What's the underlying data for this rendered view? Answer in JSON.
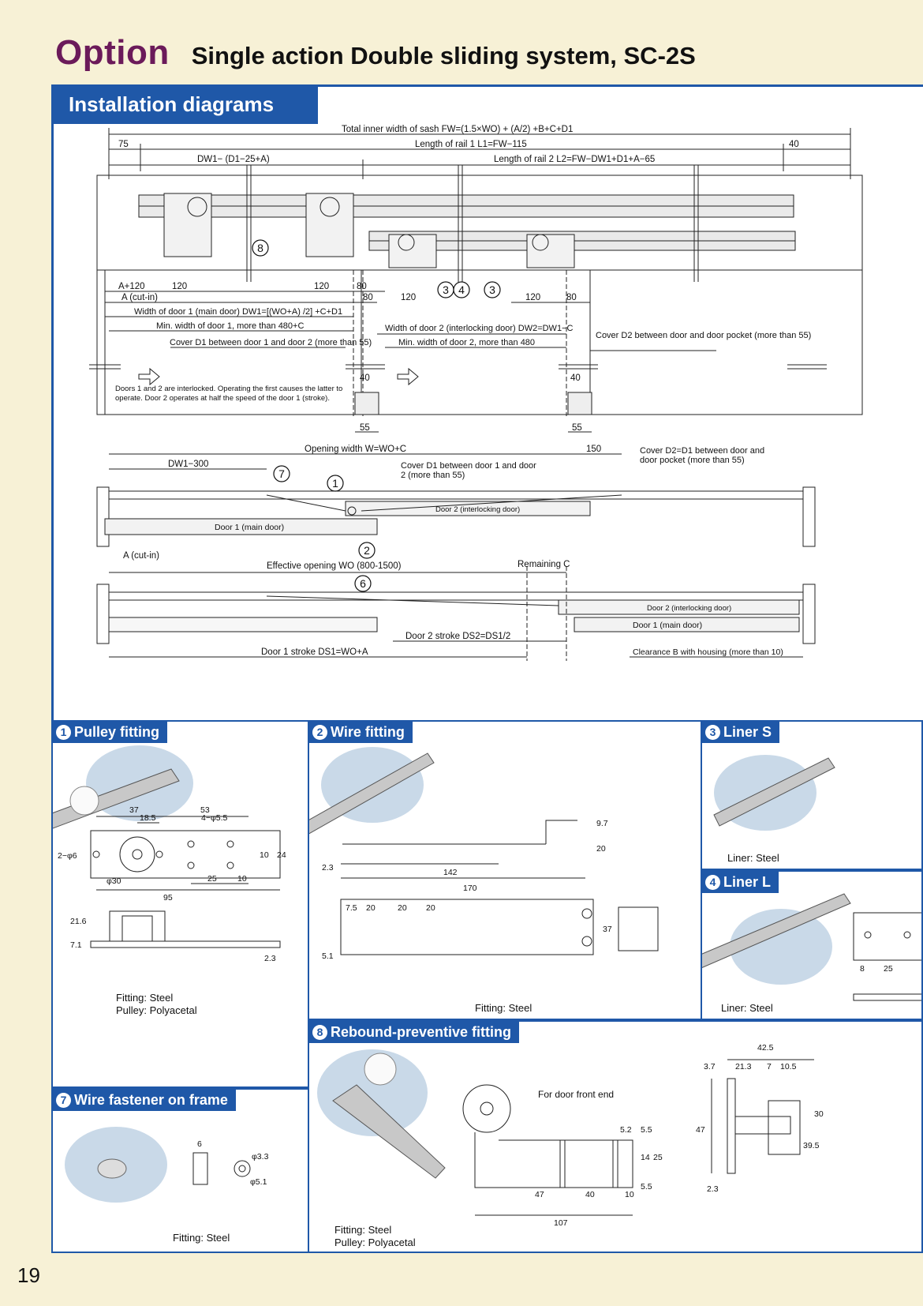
{
  "header": {
    "option": "Option",
    "title": "Single action Double sliding system, SC-2S"
  },
  "section_title": "Installation diagrams",
  "diagram": {
    "total": "Total inner width of sash  FW=(1.5×WO) + (A/2) +B+C+D1",
    "rail1": "Length of rail 1  L1=FW−115",
    "d75": "75",
    "d40": "40",
    "dw1_minus": "DW1− (D1−25+A)",
    "rail2": "Length of rail 2  L2=FW−DW1+D1+A−65",
    "a120": "A+120",
    "d120a": "120",
    "d120b": "120",
    "d80a": "80",
    "d120c": "120",
    "d120d": "120",
    "d80b": "80",
    "acutin": "A (cut-in)",
    "d80c": "80",
    "dw1": "Width of door 1 (main door)  DW1=[(WO+A) /2] +C+D1",
    "minw1": "Min. width of door 1, more than 480+C",
    "dw2": "Width of door 2 (interlocking door)  DW2=DW1−C",
    "coverd1": "Cover D1 between door 1 and door 2 (more than 55)",
    "minw2": "Min. width of door 2, more than 480",
    "coverd2": "Cover D2 between door and door pocket (more than 55)",
    "d40b": "40",
    "d40c": "40",
    "interlock": "Doors 1 and 2 are interlocked. Operating the first causes the latter to operate. Door 2 operates at half the speed of the door 1 (stroke).",
    "d55a": "55",
    "d55b": "55",
    "opening": "Opening width  W=WO+C",
    "d150": "150",
    "dw1_300": "DW1−300",
    "coverd1b": "Cover D1 between door 1 and door 2 (more than 55)",
    "coverd2b": "Cover D2=D1 between door and door pocket (more than 55)",
    "door2": "Door 2 (interlocking door)",
    "door1": "Door 1 (main door)",
    "acutin2": "A (cut-in)",
    "effective": "Effective opening  WO (800-1500)",
    "remaining": "Remaining C",
    "door2b": "Door 2 (interlocking door)",
    "door1b": "Door 1 (main door)",
    "stroke2": "Door 2 stroke  DS2=DS1/2",
    "stroke1": "Door 1 stroke  DS1=WO+A",
    "clearance": "Clearance B with housing (more than 10)",
    "c1": "1",
    "c2": "2",
    "c3": "3",
    "c4": "4",
    "c6": "6",
    "c7": "7",
    "c8": "8",
    "c34": "3"
  },
  "panels": {
    "p1": {
      "num": "1",
      "title": "Pulley fitting",
      "dims": [
        "37",
        "53",
        "18.5",
        "4−φ5.5",
        "2−φ6",
        "φ30",
        "10",
        "24",
        "25",
        "10",
        "95",
        "21.6",
        "7.1",
        "2.3"
      ],
      "material": [
        "Fitting: Steel",
        "Pulley: Polyacetal"
      ]
    },
    "p2": {
      "num": "2",
      "title": "Wire fitting",
      "dims": [
        "9.7",
        "20",
        "2.3",
        "142",
        "170",
        "7.5",
        "20",
        "20",
        "20",
        "5.1",
        "37"
      ],
      "material": [
        "Fitting: Steel"
      ]
    },
    "p3": {
      "num": "3",
      "title": "Liner S",
      "material": [
        "Liner: Steel"
      ]
    },
    "p4": {
      "num": "4",
      "title": "Liner L",
      "dims": [
        "8",
        "25"
      ],
      "material": [
        "Liner: Steel"
      ]
    },
    "p7": {
      "num": "7",
      "title": "Wire fastener on frame",
      "dims": [
        "6",
        "φ3.3",
        "φ5.1"
      ],
      "material": [
        "Fitting: Steel"
      ]
    },
    "p8": {
      "num": "8",
      "title": "Rebound-preventive fitting",
      "note": "For door front end",
      "dims": [
        "5.2",
        "5.5",
        "14",
        "25",
        "5.5",
        "47",
        "40",
        "10",
        "107",
        "42.5",
        "3.7",
        "21.3",
        "7",
        "10.5",
        "47",
        "30",
        "39.5",
        "2.3"
      ],
      "material": [
        "Fitting: Steel",
        "Pulley: Polyacetal"
      ]
    }
  },
  "page_number": "19",
  "colors": {
    "accent_blue": "#1f58a8",
    "option_purple": "#6b1a5a",
    "page_bg": "#f7f1d6",
    "photo_blue": "#c9d9e8"
  }
}
